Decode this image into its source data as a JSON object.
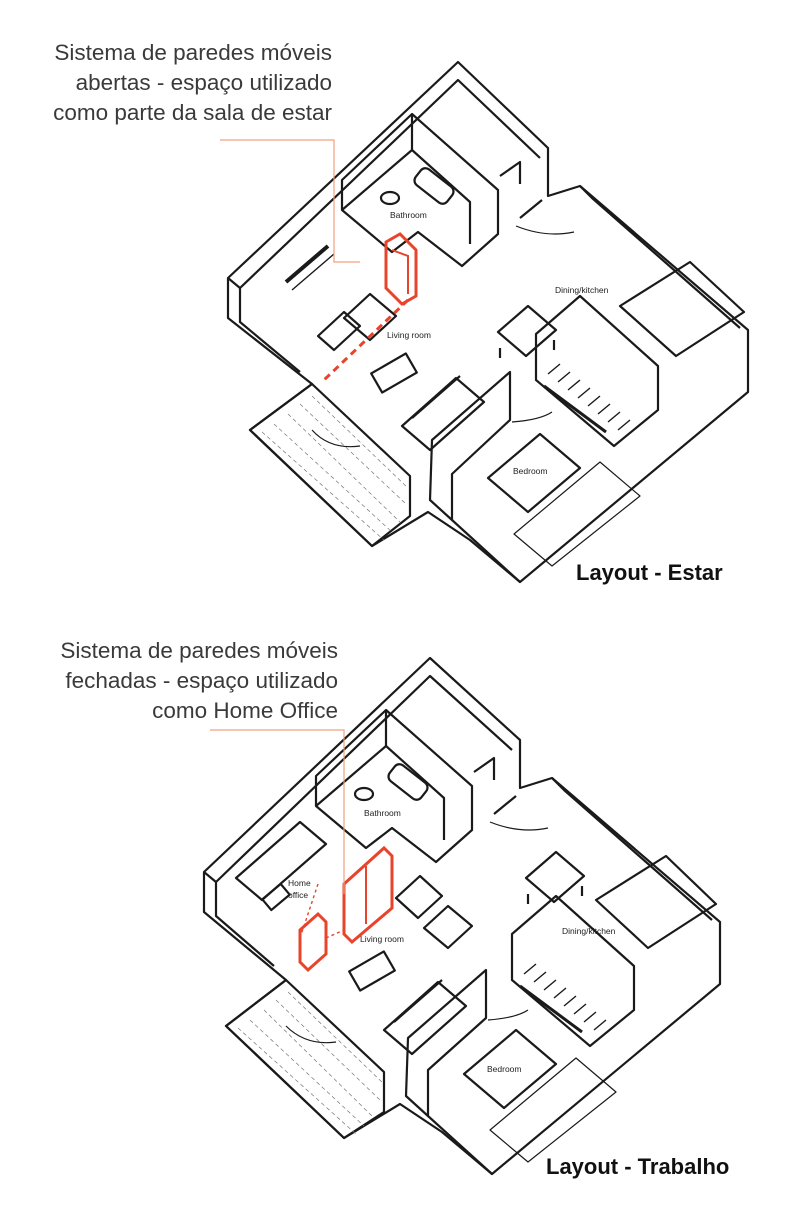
{
  "panels": [
    {
      "caption": [
        "Sistema de paredes móveis",
        "abertas - espaço utilizado",
        "como parte da sala de estar"
      ],
      "title": "Layout - Estar",
      "rooms": {
        "bathroom": "Bathroom",
        "dining": "Dining/kitchen",
        "living": "Living room",
        "bedroom": "Bedroom"
      }
    },
    {
      "caption": [
        "Sistema de paredes móveis",
        "fechadas - espaço utilizado",
        "como Home Office"
      ],
      "title": "Layout - Trabalho",
      "rooms": {
        "bathroom": "Bathroom",
        "dining": "Dining/kitchen",
        "living": "Living room",
        "bedroom": "Bedroom",
        "home": "Home",
        "office": "office"
      }
    }
  ],
  "colors": {
    "accent": "#e8442c",
    "line": "#1a1a1a",
    "leader": "#f0a080"
  }
}
